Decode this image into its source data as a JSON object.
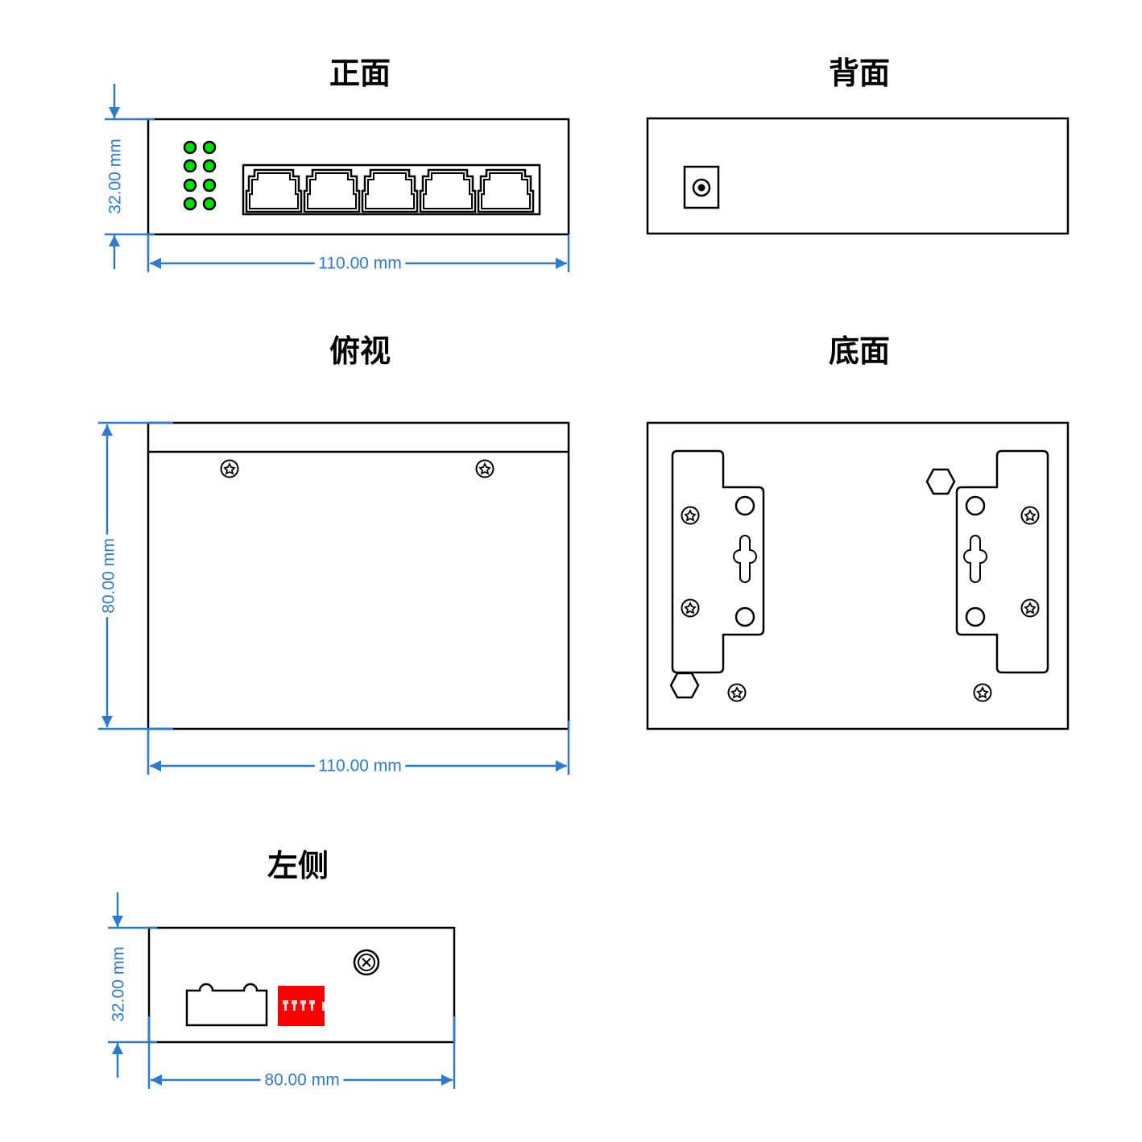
{
  "views": {
    "front": {
      "title": "正面",
      "height_dim": "32.00 mm",
      "width_dim": "110.00 mm"
    },
    "back": {
      "title": "背面"
    },
    "top": {
      "title": "俯视",
      "depth_dim": "80.00 mm",
      "width_dim": "110.00 mm"
    },
    "bottom": {
      "title": "底面"
    },
    "left": {
      "title": "左侧",
      "height_dim": "32.00 mm",
      "depth_dim": "80.00 mm"
    }
  },
  "colors": {
    "dimension": "#2b7bd0",
    "led": "#00e000",
    "dip_switch": "#ff0000"
  },
  "front_panel": {
    "led_count": 8,
    "rj45_port_count": 5
  }
}
